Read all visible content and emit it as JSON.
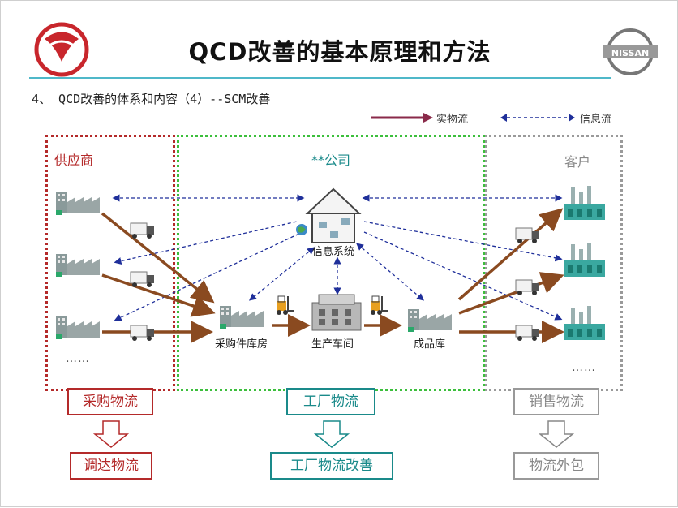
{
  "title": "QCD改善的基本原理和方法",
  "subtitle": "4、  QCD改善的体系和内容（4）--SCM改善",
  "logos": {
    "right_text": "NISSAN"
  },
  "legend": {
    "physical": "实物流",
    "info": "信息流"
  },
  "zones": {
    "supplier": "供应商",
    "company": "**公司",
    "customer": "客户"
  },
  "nodes": {
    "info_system": "信息系统",
    "purchase_warehouse": "采购件库房",
    "production": "生产车间",
    "finished_goods": "成品库"
  },
  "ellipsis": {
    "left": "……",
    "right": "……"
  },
  "categories": {
    "purchase": "采购物流",
    "factory": "工厂物流",
    "sales": "销售物流"
  },
  "improvements": {
    "purchase": "调达物流",
    "factory": "工厂物流改善",
    "sales": "物流外包"
  },
  "colors": {
    "supplier_border": "#b42a2a",
    "company_border": "#3cbf3c",
    "customer_border": "#9a9a9a",
    "physical_arrow": "#8a4a20",
    "info_arrow": "#1f2f9a",
    "title_line": "#4fb8c9",
    "factory_teal": "#1a8a8a"
  }
}
